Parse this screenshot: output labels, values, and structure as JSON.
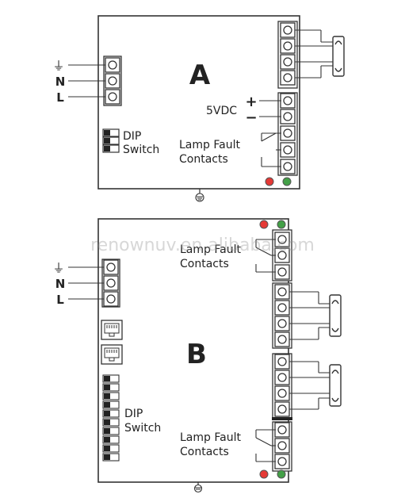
{
  "colors": {
    "line": "#333333",
    "led_red": "#e53935",
    "led_green": "#43a047",
    "watermark": "#9a9a9a"
  },
  "icons": {
    "ground": "ground-icon",
    "led_red": "red-led-icon",
    "led_green": "green-led-icon",
    "rj45": "rj45-port-icon",
    "lamp": "lamp-tube-icon"
  },
  "labels": {
    "ground_symbol": "⏚",
    "neutral": "N",
    "line": "L",
    "plus": "+",
    "minus": "−"
  },
  "panel_a": {
    "title": "A",
    "voltage": "5VDC",
    "dip_line1": "DIP",
    "dip_line2": "Switch",
    "fault_line1": "Lamp Fault",
    "fault_line2": "Contacts"
  },
  "panel_b": {
    "title": "B",
    "dip_line1": "DIP",
    "dip_line2": "Switch",
    "fault_top_line1": "Lamp Fault",
    "fault_top_line2": "Contacts",
    "fault_bottom_line1": "Lamp Fault",
    "fault_bottom_line2": "Contacts"
  },
  "watermark": "renownuv.en.alibaba.com"
}
